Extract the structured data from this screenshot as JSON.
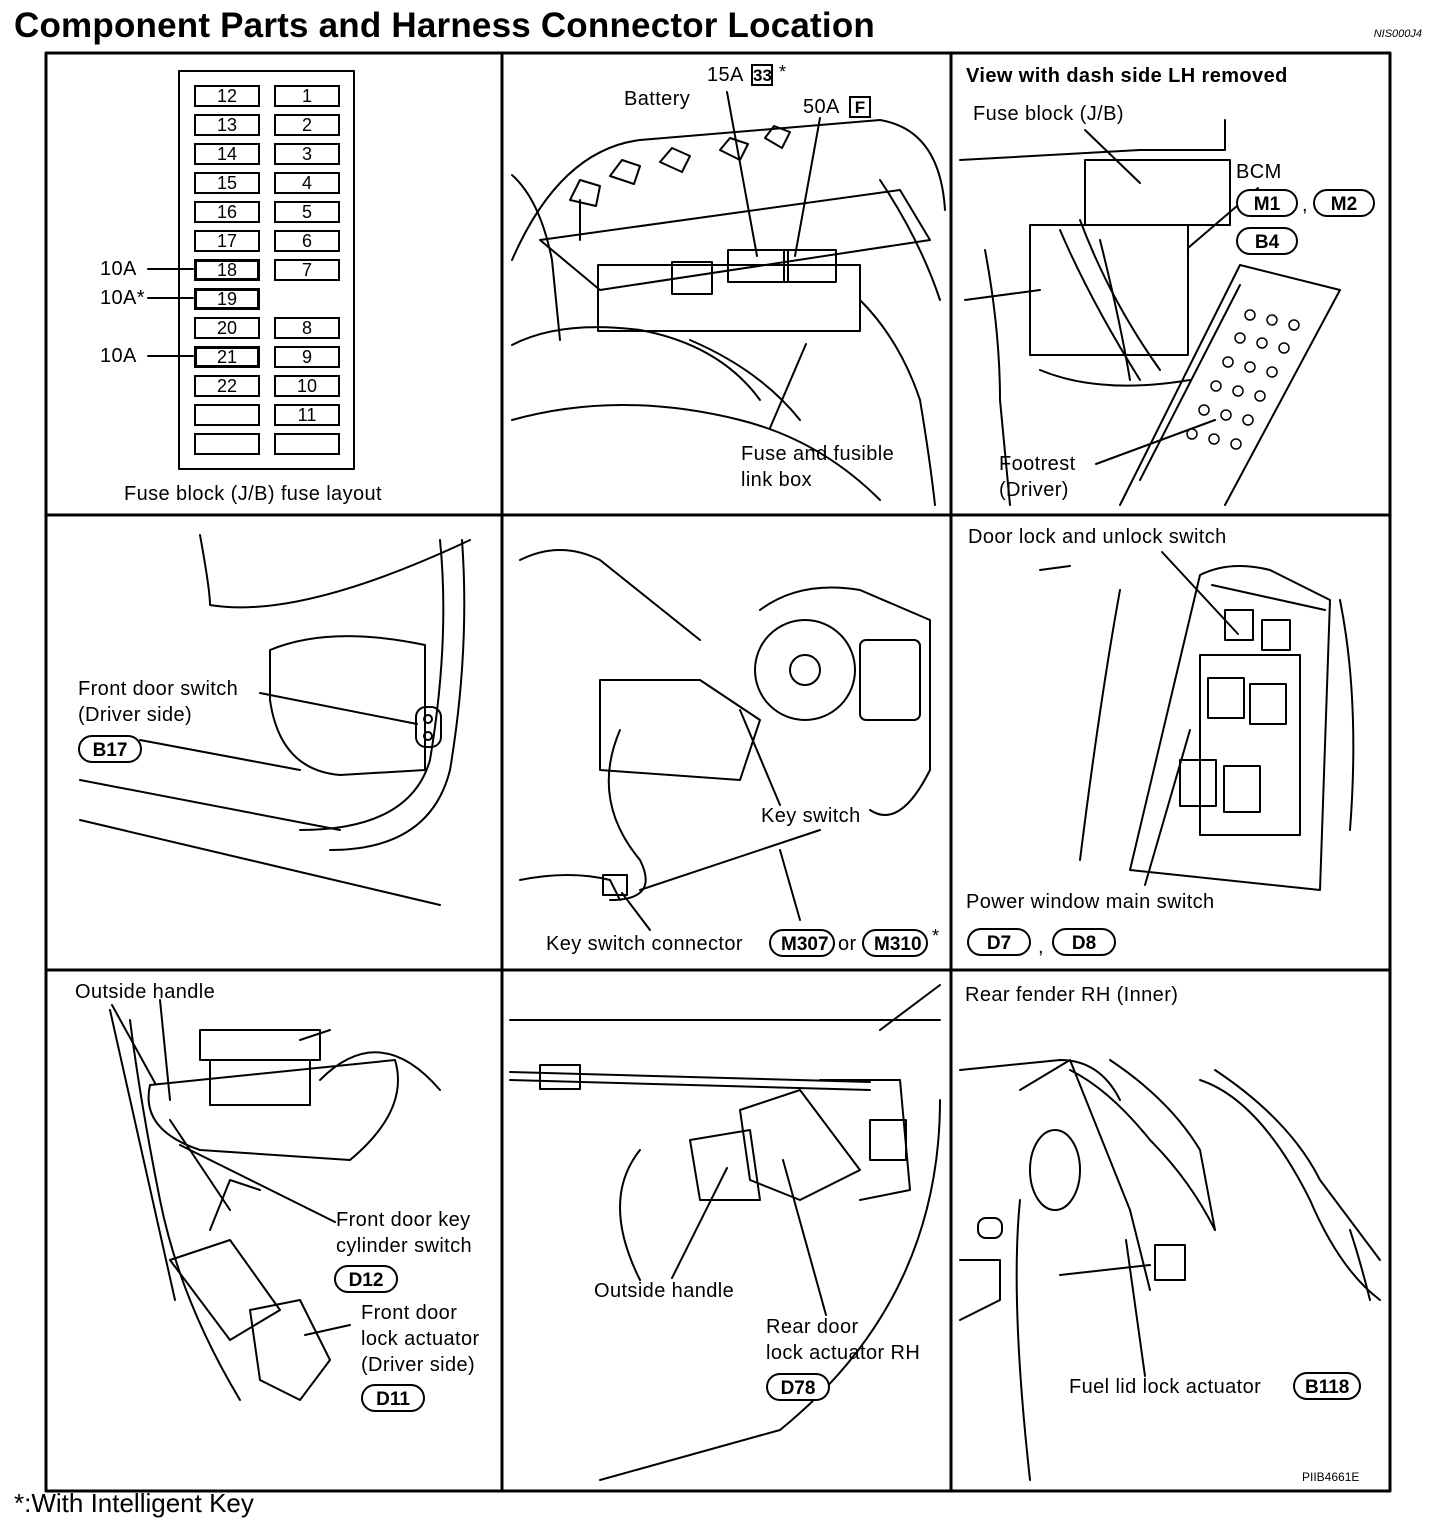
{
  "header": {
    "title": "Component Parts and Harness Connector Location",
    "doc_code": "NIS000J4"
  },
  "footer": {
    "footnote": "*:With Intelligent Key",
    "figure_code": "PIIB4661E"
  },
  "panels": {
    "fuse_layout": {
      "caption": "Fuse block (J/B) fuse layout",
      "left_column": [
        "12",
        "13",
        "14",
        "15",
        "16",
        "17",
        "18",
        "19",
        "20",
        "21",
        "22",
        "",
        ""
      ],
      "right_column": [
        "1",
        "2",
        "3",
        "4",
        "5",
        "6",
        "7",
        "",
        "8",
        "9",
        "10",
        "11",
        ""
      ],
      "ratings": {
        "fuse_18": "10A",
        "fuse_19": "10A*",
        "fuse_21": "10A"
      }
    },
    "battery": {
      "battery_label": "Battery",
      "fuse_15a_label": "15A",
      "fuse_15a_code": "33",
      "fuse_15a_mark": "*",
      "fuse_50a_label": "50A",
      "fuse_50a_code": "F",
      "fuse_box_line1": "Fuse and fusible",
      "fuse_box_line2": "link box"
    },
    "dash": {
      "heading": "View with dash side LH removed",
      "fuse_block": "Fuse block (J/B)",
      "bcm": "BCM",
      "connectors": [
        "M1",
        "M2",
        "B4"
      ],
      "separator": ",",
      "footrest_line1": "Footrest",
      "footrest_line2": "(Driver)"
    },
    "door_switch": {
      "line1": "Front door switch",
      "line2": "(Driver side)",
      "connector": "B17"
    },
    "key_switch": {
      "label": "Key switch",
      "connector_label": "Key switch connector",
      "connector1": "M307",
      "or": "or",
      "connector2": "M310",
      "mark": "*"
    },
    "window_switch": {
      "lock_switch": "Door lock and unlock switch",
      "main_switch": "Power window main switch",
      "connectors": [
        "D7",
        "D8"
      ],
      "separator": ","
    },
    "front_door": {
      "outside_handle": "Outside handle",
      "key_cyl_line1": "Front door key",
      "key_cyl_line2": "cylinder switch",
      "key_cyl_connector": "D12",
      "actuator_line1": "Front door",
      "actuator_line2": "lock actuator",
      "actuator_line3": "(Driver side)",
      "actuator_connector": "D11"
    },
    "rear_door": {
      "outside_handle": "Outside handle",
      "actuator_line1": "Rear door",
      "actuator_line2": "lock actuator RH",
      "connector": "D78"
    },
    "fender": {
      "heading": "Rear fender RH (Inner)",
      "fuel_lid": "Fuel lid lock actuator",
      "connector": "B118"
    }
  }
}
